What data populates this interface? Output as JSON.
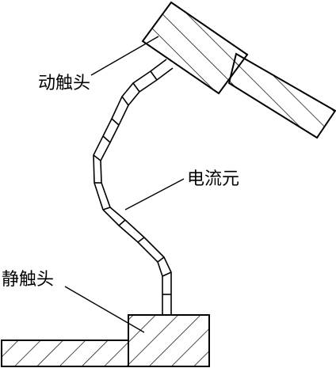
{
  "labels": {
    "moving_contact": "动触头",
    "current_element": "电流元",
    "static_contact": "静触头"
  },
  "colors": {
    "stroke": "#000000",
    "background": "#ffffff"
  }
}
